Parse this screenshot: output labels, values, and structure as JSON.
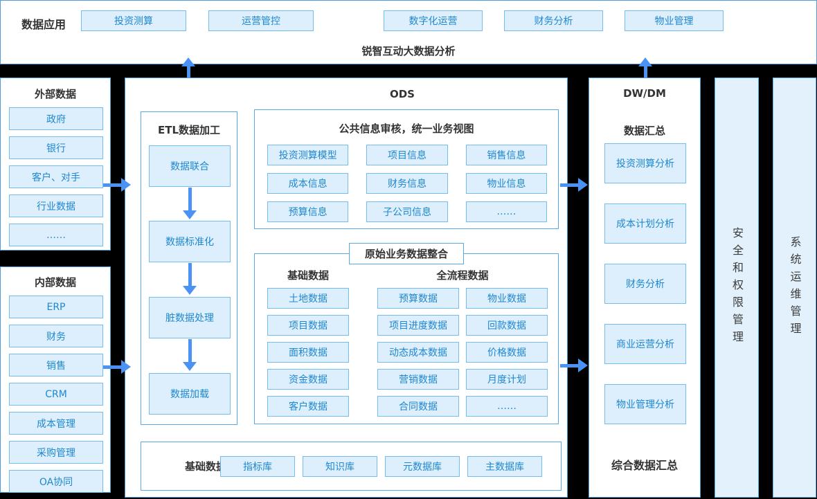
{
  "top_bar": {
    "label": "数据应用",
    "buttons": [
      "投资测算",
      "运营管控",
      "数字化运营",
      "财务分析",
      "物业管理"
    ],
    "caption": "锐智互动大数据分析"
  },
  "external_data": {
    "title": "外部数据",
    "items": [
      "政府",
      "银行",
      "客户、对手",
      "行业数据",
      "……"
    ]
  },
  "internal_data": {
    "title": "内部数据",
    "items": [
      "ERP",
      "财务",
      "销售",
      "CRM",
      "成本管理",
      "采购管理",
      "OA协同"
    ]
  },
  "ods": {
    "title": "ODS",
    "etl": {
      "title": "ETL数据加工",
      "steps": [
        "数据联合",
        "数据标准化",
        "脏数据处理",
        "数据加载"
      ]
    },
    "common_info": {
      "title": "公共信息审核，统一业务视图",
      "items": [
        "投资测算模型",
        "项目信息",
        "销售信息",
        "成本信息",
        "财务信息",
        "物业信息",
        "预算信息",
        "子公司信息",
        "……"
      ]
    },
    "raw_integration": {
      "title": "原始业务数据整合",
      "basic": {
        "title": "基础数据",
        "items": [
          "土地数据",
          "项目数据",
          "面积数据",
          "资金数据",
          "客户数据"
        ]
      },
      "full_process": {
        "title": "全流程数据",
        "items": [
          "预算数据",
          "物业数据",
          "项目进度数据",
          "回款数据",
          "动态成本数据",
          "价格数据",
          "营销数据",
          "月度计划",
          "合同数据",
          "……"
        ]
      }
    },
    "base_db": {
      "title": "基础数据库",
      "items": [
        "指标库",
        "知识库",
        "元数据库",
        "主数据库"
      ]
    }
  },
  "dwdm": {
    "title": "DW/DM",
    "subtitle": "数据汇总",
    "items": [
      "投资测算分析",
      "成本计划分析",
      "财务分析",
      "商业运营分析",
      "物业管理分析"
    ],
    "footer": "综合数据汇总"
  },
  "side_bars": {
    "security": "安全和权限管理",
    "ops": "系统运维管理"
  },
  "colors": {
    "arrow": "#4a93f4",
    "panel_border": "#4f9be2",
    "chip_fill": "#ddeffc",
    "chip_border": "#74bbee",
    "chip_text": "#1f87cf",
    "bar_fill": "#e2f1fc"
  }
}
